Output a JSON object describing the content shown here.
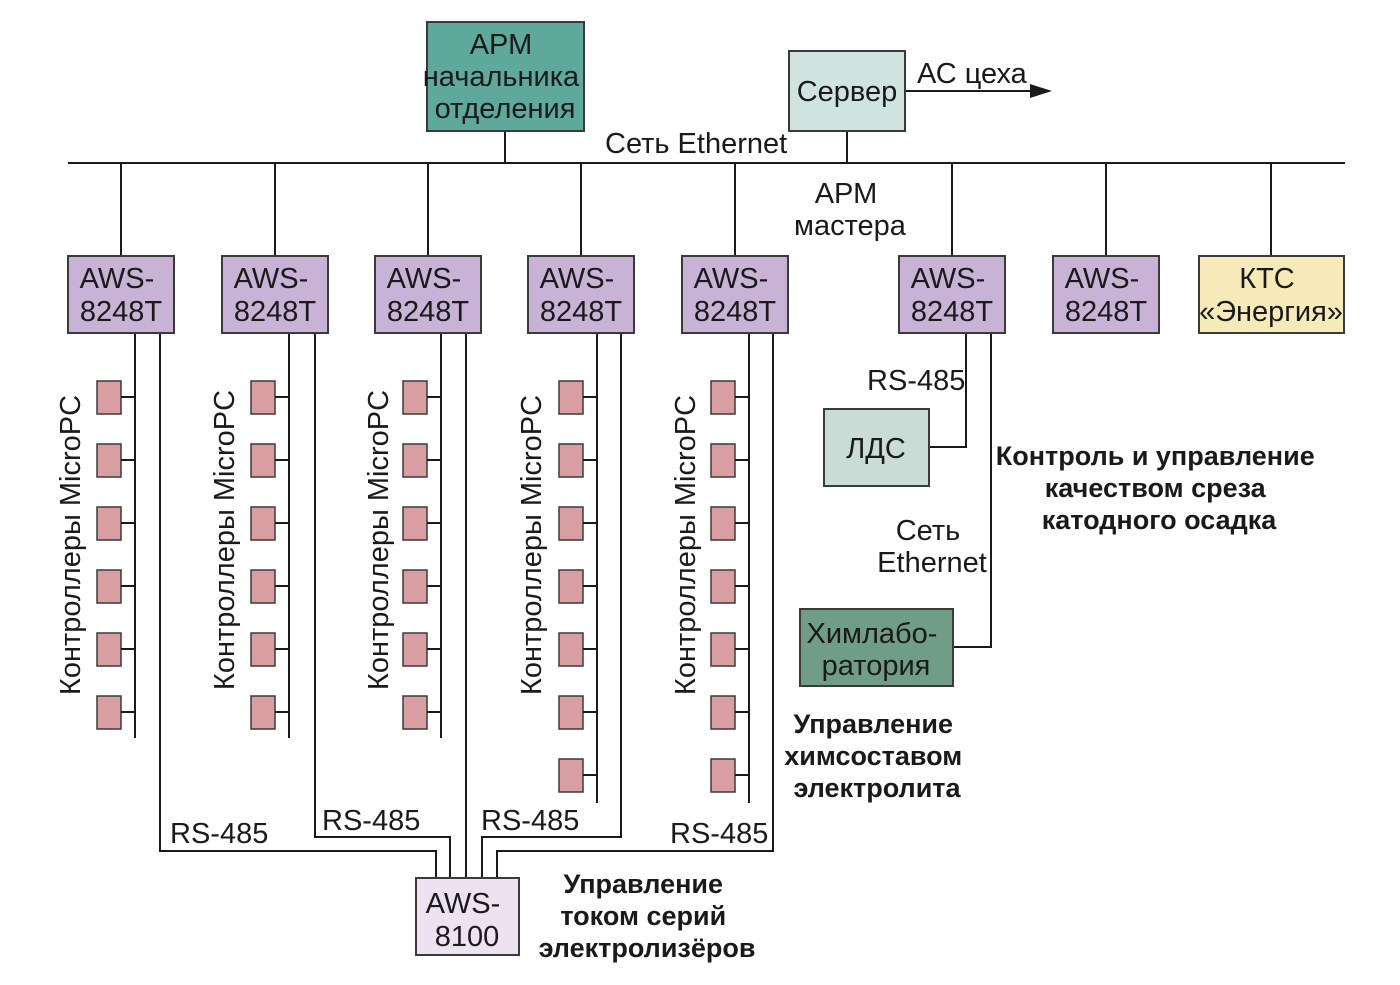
{
  "colors": {
    "line": "#1a1a1a",
    "box_stroke": "#3a3a3a",
    "arm_chief": "#5ea89c",
    "server": "#cfe3df",
    "aws": "#c8b2d6",
    "aws8100": "#ece2f0",
    "kts": "#f6eab8",
    "lds": "#c9dcd6",
    "lab": "#6f9d86",
    "controller": "#d99ea2"
  },
  "nodes": {
    "arm_chief": [
      "АРМ",
      "начальника",
      "отделения"
    ],
    "server": "Сервер",
    "server_link": "АС цеха",
    "ethernet_main": "Сеть Ethernet",
    "arm_master": [
      "АРМ",
      "мастера"
    ],
    "aws8248": [
      "AWS-",
      "8248T"
    ],
    "kts": [
      "КТС",
      "«Энергия»"
    ],
    "lds": "ЛДС",
    "lab": [
      "Химлабо-",
      "ратория"
    ],
    "aws8100": [
      "AWS-",
      "8100"
    ],
    "rs485": "RS-485",
    "ethernet_lab": [
      "Сеть",
      "Ethernet"
    ],
    "controllers": "Контроллеры MicroPC"
  },
  "captions": {
    "quality": [
      "Контроль и управление",
      "качеством среза",
      "катодного осадка"
    ],
    "chem": [
      "Управление",
      "химсоставом",
      "электролита"
    ],
    "current": [
      "Управление",
      "током серий",
      "электролизёров"
    ]
  }
}
